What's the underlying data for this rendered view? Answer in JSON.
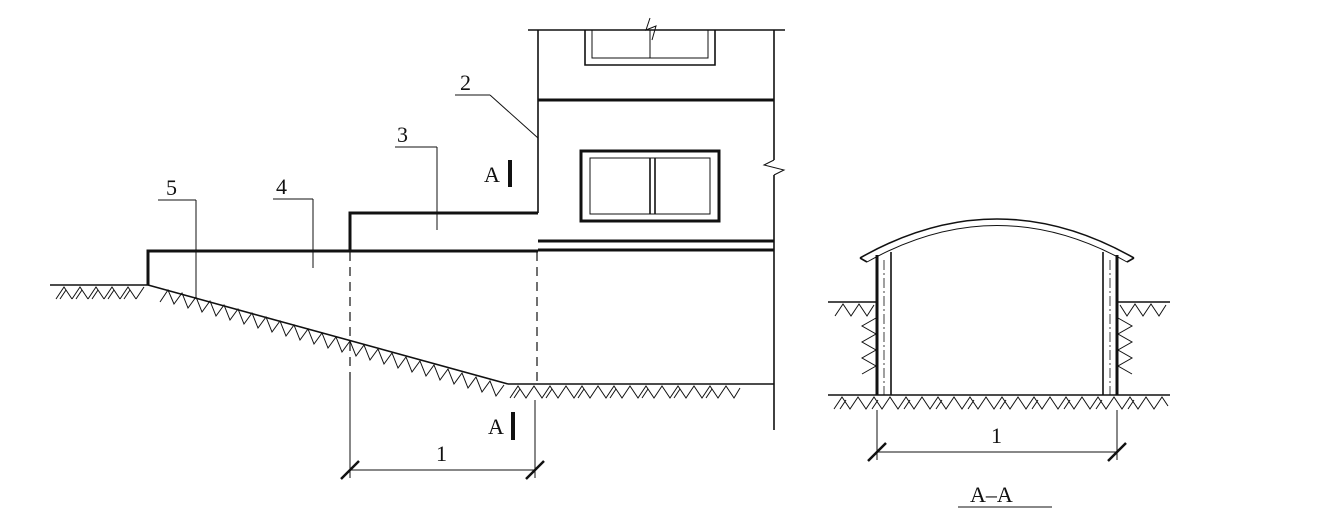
{
  "elevation": {
    "callouts": [
      "2",
      "3",
      "4",
      "5"
    ],
    "section_mark_top": "A",
    "section_mark_bottom": "A",
    "dimension_label": "1"
  },
  "section": {
    "title": "A–A",
    "dimension_label": "1"
  }
}
